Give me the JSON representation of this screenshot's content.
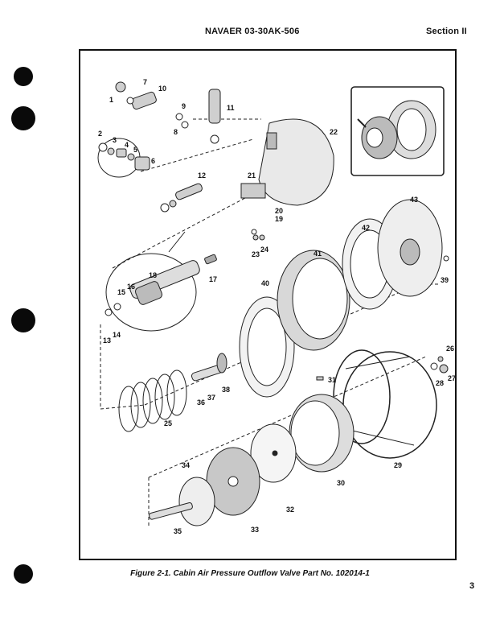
{
  "header": {
    "doc_number": "NAVAER 03-30AK-506",
    "section": "Section II"
  },
  "figure": {
    "caption": "Figure 2-1. Cabin Air Pressure Outflow Valve Part No. 102014-1",
    "callouts": [
      "1",
      "2",
      "3",
      "4",
      "5",
      "6",
      "7",
      "8",
      "9",
      "10",
      "11",
      "12",
      "13",
      "14",
      "15",
      "16",
      "17",
      "18",
      "19",
      "20",
      "21",
      "22",
      "23",
      "24",
      "25",
      "26",
      "27",
      "28",
      "29",
      "30",
      "31",
      "32",
      "33",
      "34",
      "35",
      "36",
      "37",
      "38",
      "39",
      "40",
      "41",
      "42",
      "43"
    ]
  },
  "page_number": "3"
}
